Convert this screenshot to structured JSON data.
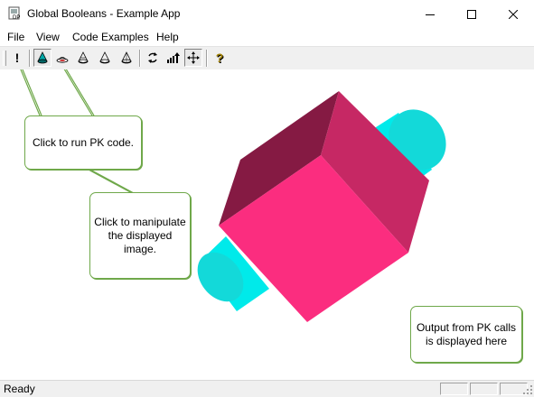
{
  "window": {
    "title": "Global Booleans - Example App",
    "controls": [
      "minimize",
      "maximize",
      "close"
    ]
  },
  "menu": [
    "File",
    "View",
    "Code Examples",
    "Help"
  ],
  "toolbar": {
    "buttons": [
      {
        "icon": "exclamation-icon",
        "label": "!"
      },
      {
        "icon": "cone-shaded-icon",
        "pressed": true
      },
      {
        "icon": "cone-hidden-line-icon"
      },
      {
        "icon": "cone-silhouette-icon"
      },
      {
        "icon": "cone-outline-icon"
      },
      {
        "icon": "cone-wireframe-icon"
      },
      {
        "icon": "rotate-icon"
      },
      {
        "icon": "zoom-icon"
      },
      {
        "icon": "pan-icon",
        "pressed": true
      },
      {
        "icon": "help-icon",
        "label": "?"
      }
    ]
  },
  "callouts": {
    "run": "Click to run PK code.",
    "manipulate": "Click to manipulate the displayed image.",
    "output": "Output from PK calls is displayed here"
  },
  "colors": {
    "cube_front": "#fb2d7f",
    "cube_top": "#851a43",
    "cube_side": "#c62864",
    "cylinder": "#00eaea",
    "cylinder_end": "#13d9d9",
    "callout_border": "#6fa84a"
  },
  "status": {
    "text": "Ready"
  }
}
